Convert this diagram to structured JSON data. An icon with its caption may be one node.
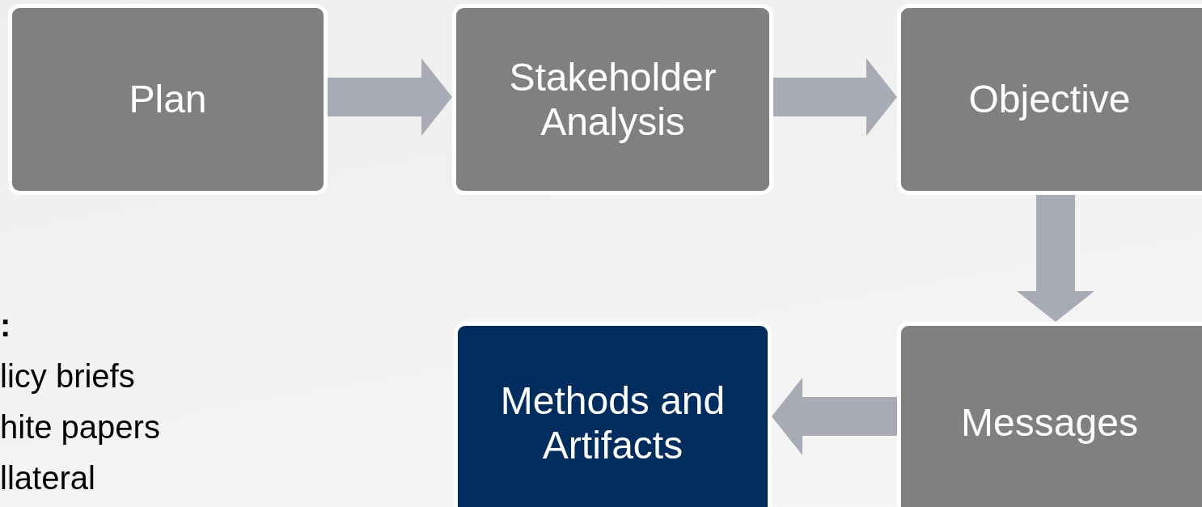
{
  "diagram": {
    "nodes": [
      {
        "text": [
          "Plan"
        ]
      },
      {
        "text": [
          "Stakeholder Analysis"
        ]
      },
      {
        "text": [
          "Objective"
        ]
      },
      {
        "text": [
          "Messages"
        ]
      },
      {
        "text": [
          "Methods and Artifacts"
        ]
      }
    ],
    "edges": [
      {
        "from": 0,
        "to": 1,
        "arrow": "to"
      },
      {
        "from": 1,
        "to": 2,
        "arrow": "to"
      },
      {
        "from": 2,
        "to": 3,
        "arrow": "to"
      },
      {
        "from": 3,
        "to": 4,
        "arrow": "to"
      }
    ],
    "labels": [
      ":",
      "licy briefs",
      "hite papers",
      "llateral"
    ]
  }
}
